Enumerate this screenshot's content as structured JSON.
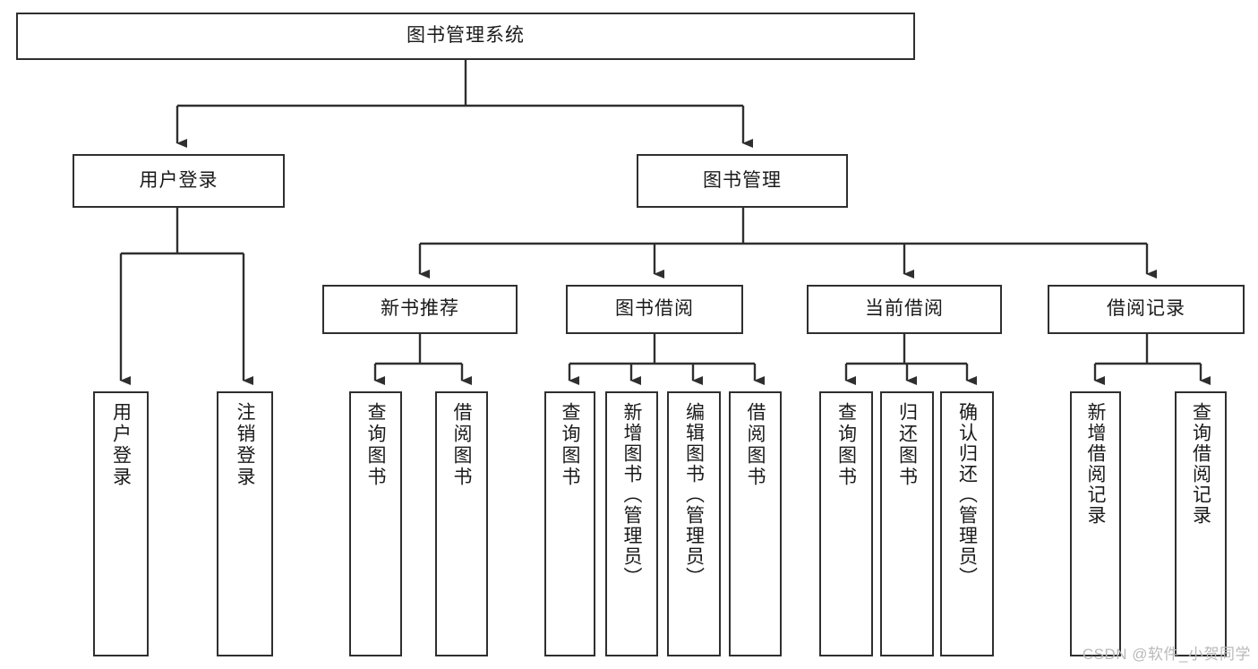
{
  "diagram": {
    "title": "图书管理系统",
    "type": "tree-hierarchy-diagram",
    "root": {
      "label": "图书管理系统"
    },
    "level2": [
      {
        "label": "用户登录"
      },
      {
        "label": "图书管理"
      }
    ],
    "level3": [
      {
        "label": "新书推荐"
      },
      {
        "label": "图书借阅"
      },
      {
        "label": "当前借阅"
      },
      {
        "label": "借阅记录"
      }
    ],
    "leaves": {
      "user_login": [
        {
          "label": "用户登录"
        },
        {
          "label": "注销登录"
        }
      ],
      "new_book_recommend": [
        {
          "label": "查询图书"
        },
        {
          "label": "借阅图书"
        }
      ],
      "book_borrow": [
        {
          "label": "查询图书"
        },
        {
          "label": "新增图书（管理员）"
        },
        {
          "label": "编辑图书（管理员）"
        },
        {
          "label": "借阅图书"
        }
      ],
      "current_borrow": [
        {
          "label": "查询图书"
        },
        {
          "label": "归还图书"
        },
        {
          "label": "确认归还（管理员）"
        }
      ],
      "borrow_record": [
        {
          "label": "新增借阅记录"
        },
        {
          "label": "查询借阅记录"
        }
      ]
    }
  },
  "watermark": {
    "text": "CSDN @软件_小贺同学"
  },
  "colors": {
    "stroke": "#2f2f2f",
    "background": "#ffffff",
    "text": "#1a1a1a",
    "watermark": "#b9b9b9"
  }
}
